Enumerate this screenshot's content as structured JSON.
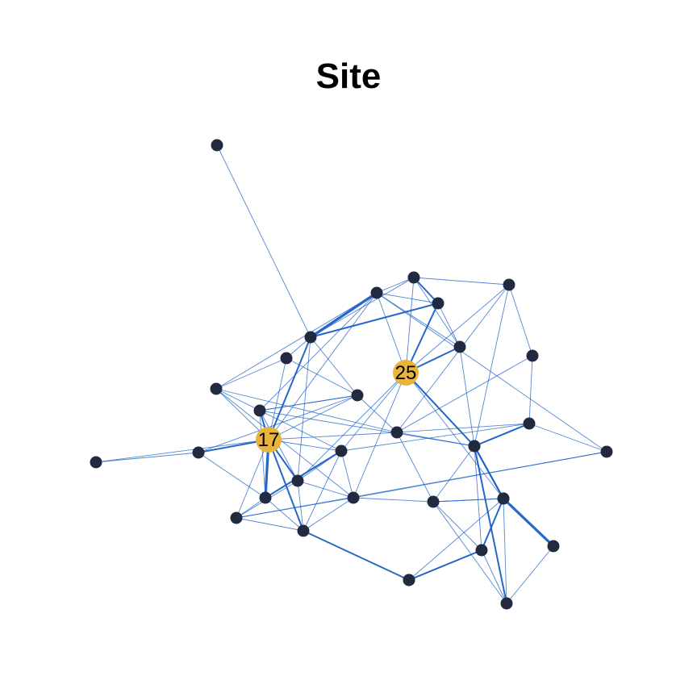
{
  "title": "Site",
  "colors": {
    "node": "#222a40",
    "highlight_node": "#e8b43c",
    "edge": "#1a5fc7",
    "label": "#000000"
  },
  "graph": {
    "nodes": [
      {
        "id": "n0"
      },
      {
        "id": "n1"
      },
      {
        "id": "n2"
      },
      {
        "id": "n3"
      },
      {
        "id": "n4"
      },
      {
        "id": "n5"
      },
      {
        "id": "n6"
      },
      {
        "id": "n7"
      },
      {
        "id": "n8"
      },
      {
        "id": "n9"
      },
      {
        "id": "n10"
      },
      {
        "id": "n11"
      },
      {
        "id": "n12"
      },
      {
        "id": "n13"
      },
      {
        "id": "n14"
      },
      {
        "id": "n15"
      },
      {
        "id": "n16"
      },
      {
        "id": "n17",
        "label": "17"
      },
      {
        "id": "n18"
      },
      {
        "id": "n19"
      },
      {
        "id": "n20"
      },
      {
        "id": "n21"
      },
      {
        "id": "n22"
      },
      {
        "id": "n23"
      },
      {
        "id": "n24"
      },
      {
        "id": "n25",
        "label": "25"
      },
      {
        "id": "n26"
      },
      {
        "id": "n27"
      },
      {
        "id": "n28"
      },
      {
        "id": "n29"
      },
      {
        "id": "n30"
      },
      {
        "id": "n31"
      },
      {
        "id": "n32"
      },
      {
        "id": "n33"
      },
      {
        "id": "n34"
      }
    ],
    "edges": [
      [
        "n0",
        "n4",
        1
      ],
      [
        "n1",
        "n17",
        1
      ],
      [
        "n1",
        "n24",
        1
      ],
      [
        "n2",
        "n6",
        2
      ],
      [
        "n2",
        "n3",
        1
      ],
      [
        "n2",
        "n4",
        1
      ],
      [
        "n2",
        "n5",
        1
      ],
      [
        "n2",
        "n8",
        1
      ],
      [
        "n2",
        "n25",
        1
      ],
      [
        "n3",
        "n7",
        1
      ],
      [
        "n3",
        "n25",
        1
      ],
      [
        "n3",
        "n11",
        1
      ],
      [
        "n3",
        "n16",
        1
      ],
      [
        "n6",
        "n5",
        1
      ],
      [
        "n6",
        "n4",
        2
      ],
      [
        "n6",
        "n25",
        2
      ],
      [
        "n6",
        "n8",
        1
      ],
      [
        "n4",
        "n5",
        3
      ],
      [
        "n4",
        "n9",
        1
      ],
      [
        "n4",
        "n17",
        2
      ],
      [
        "n4",
        "n10",
        1
      ],
      [
        "n4",
        "n20",
        1
      ],
      [
        "n5",
        "n8",
        1
      ],
      [
        "n5",
        "n25",
        1
      ],
      [
        "n5",
        "n17",
        1
      ],
      [
        "n5",
        "n14",
        1
      ],
      [
        "n5",
        "n15",
        1
      ],
      [
        "n5",
        "n12",
        1
      ],
      [
        "n8",
        "n25",
        2
      ],
      [
        "n8",
        "n16",
        1
      ],
      [
        "n7",
        "n11",
        1
      ],
      [
        "n7",
        "n13",
        1
      ],
      [
        "n9",
        "n17",
        1
      ],
      [
        "n9",
        "n14",
        1
      ],
      [
        "n10",
        "n17",
        1
      ],
      [
        "n10",
        "n11",
        1
      ],
      [
        "n10",
        "n24",
        1
      ],
      [
        "n10",
        "n12",
        1
      ],
      [
        "n11",
        "n13",
        1
      ],
      [
        "n11",
        "n26",
        1
      ],
      [
        "n11",
        "n16",
        1
      ],
      [
        "n11",
        "n14",
        1
      ],
      [
        "n11",
        "n17",
        1
      ],
      [
        "n12",
        "n17",
        2
      ],
      [
        "n12",
        "n19",
        1
      ],
      [
        "n12",
        "n20",
        1
      ],
      [
        "n12",
        "n16",
        1
      ],
      [
        "n12",
        "n10",
        1
      ],
      [
        "n13",
        "n16",
        1
      ],
      [
        "n13",
        "n28",
        2
      ],
      [
        "n13",
        "n18",
        1
      ],
      [
        "n14",
        "n18",
        1
      ],
      [
        "n14",
        "n17",
        1
      ],
      [
        "n14",
        "n21",
        1
      ],
      [
        "n15",
        "n21",
        1
      ],
      [
        "n15",
        "n23",
        1
      ],
      [
        "n17",
        "n18",
        1
      ],
      [
        "n17",
        "n19",
        3
      ],
      [
        "n17",
        "n20",
        2
      ],
      [
        "n17",
        "n22",
        2
      ],
      [
        "n17",
        "n23",
        1
      ],
      [
        "n17",
        "n24",
        2
      ],
      [
        "n18",
        "n19",
        2
      ],
      [
        "n18",
        "n20",
        1
      ],
      [
        "n18",
        "n21",
        1
      ],
      [
        "n18",
        "n22",
        1
      ],
      [
        "n18",
        "n25",
        1
      ],
      [
        "n20",
        "n21",
        1
      ],
      [
        "n20",
        "n22",
        1
      ],
      [
        "n20",
        "n23",
        1
      ],
      [
        "n20",
        "n25",
        1
      ],
      [
        "n21",
        "n22",
        1
      ],
      [
        "n21",
        "n23",
        1
      ],
      [
        "n21",
        "n26",
        1
      ],
      [
        "n21",
        "n25",
        1
      ],
      [
        "n19",
        "n22",
        1
      ],
      [
        "n19",
        "n23",
        1
      ],
      [
        "n19",
        "n24",
        1
      ],
      [
        "n22",
        "n23",
        1
      ],
      [
        "n22",
        "n31",
        2
      ],
      [
        "n25",
        "n16",
        2
      ],
      [
        "n25",
        "n27",
        1
      ],
      [
        "n26",
        "n28",
        1
      ],
      [
        "n26",
        "n29",
        1
      ],
      [
        "n26",
        "n33",
        1
      ],
      [
        "n27",
        "n28",
        2
      ],
      [
        "n27",
        "n26",
        1
      ],
      [
        "n28",
        "n30",
        2
      ],
      [
        "n28",
        "n29",
        1
      ],
      [
        "n28",
        "n33",
        2
      ],
      [
        "n29",
        "n31",
        2
      ],
      [
        "n29",
        "n34",
        1
      ],
      [
        "n29",
        "n33",
        1
      ],
      [
        "n30",
        "n32",
        3
      ],
      [
        "n30",
        "n29",
        2
      ],
      [
        "n30",
        "n34",
        1
      ],
      [
        "n30",
        "n33",
        1
      ],
      [
        "n30",
        "n26",
        1
      ],
      [
        "n31",
        "n34",
        1
      ],
      [
        "n32",
        "n33",
        1
      ],
      [
        "n9",
        "n10",
        1
      ],
      [
        "n16",
        "n25",
        1
      ],
      [
        "n15",
        "n13",
        1
      ]
    ]
  }
}
